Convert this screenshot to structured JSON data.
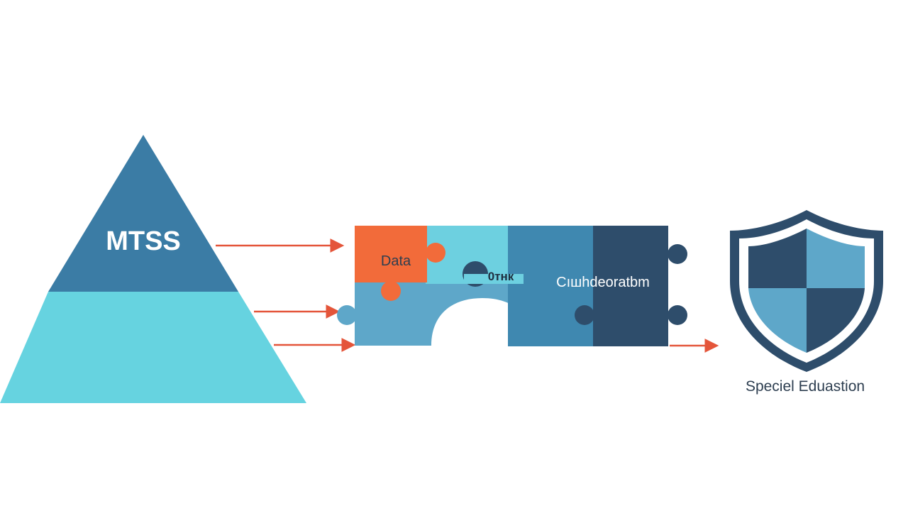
{
  "pyramid": {
    "label": "MTSS",
    "colors": {
      "top": "#3b7ca5",
      "bottom": "#66d3e0",
      "text": "#ffffff"
    }
  },
  "puzzle": {
    "pieces": [
      {
        "label": "Data",
        "color": "#f26b3a",
        "text_color": "#2d3e50"
      },
      {
        "label": "",
        "color": "#6dd0e0"
      },
      {
        "label": "",
        "color": "#3f88b0"
      },
      {
        "label": "",
        "color": "#2e4d6b"
      },
      {
        "label": "",
        "color": "#5ea7c9"
      }
    ],
    "center_label": "0тнк",
    "right_label": "Cıшhdeoratbm",
    "label_colors": {
      "center": "#1f2f40",
      "right": "#ffffff"
    }
  },
  "shield": {
    "colors": {
      "outline": "#2e4d6b",
      "light": "#5ea7c9",
      "dark": "#2e4d6b"
    }
  },
  "caption": {
    "label": "Speciel Eduastion",
    "color": "#2d3e50"
  },
  "arrow_color": "#e4553a"
}
